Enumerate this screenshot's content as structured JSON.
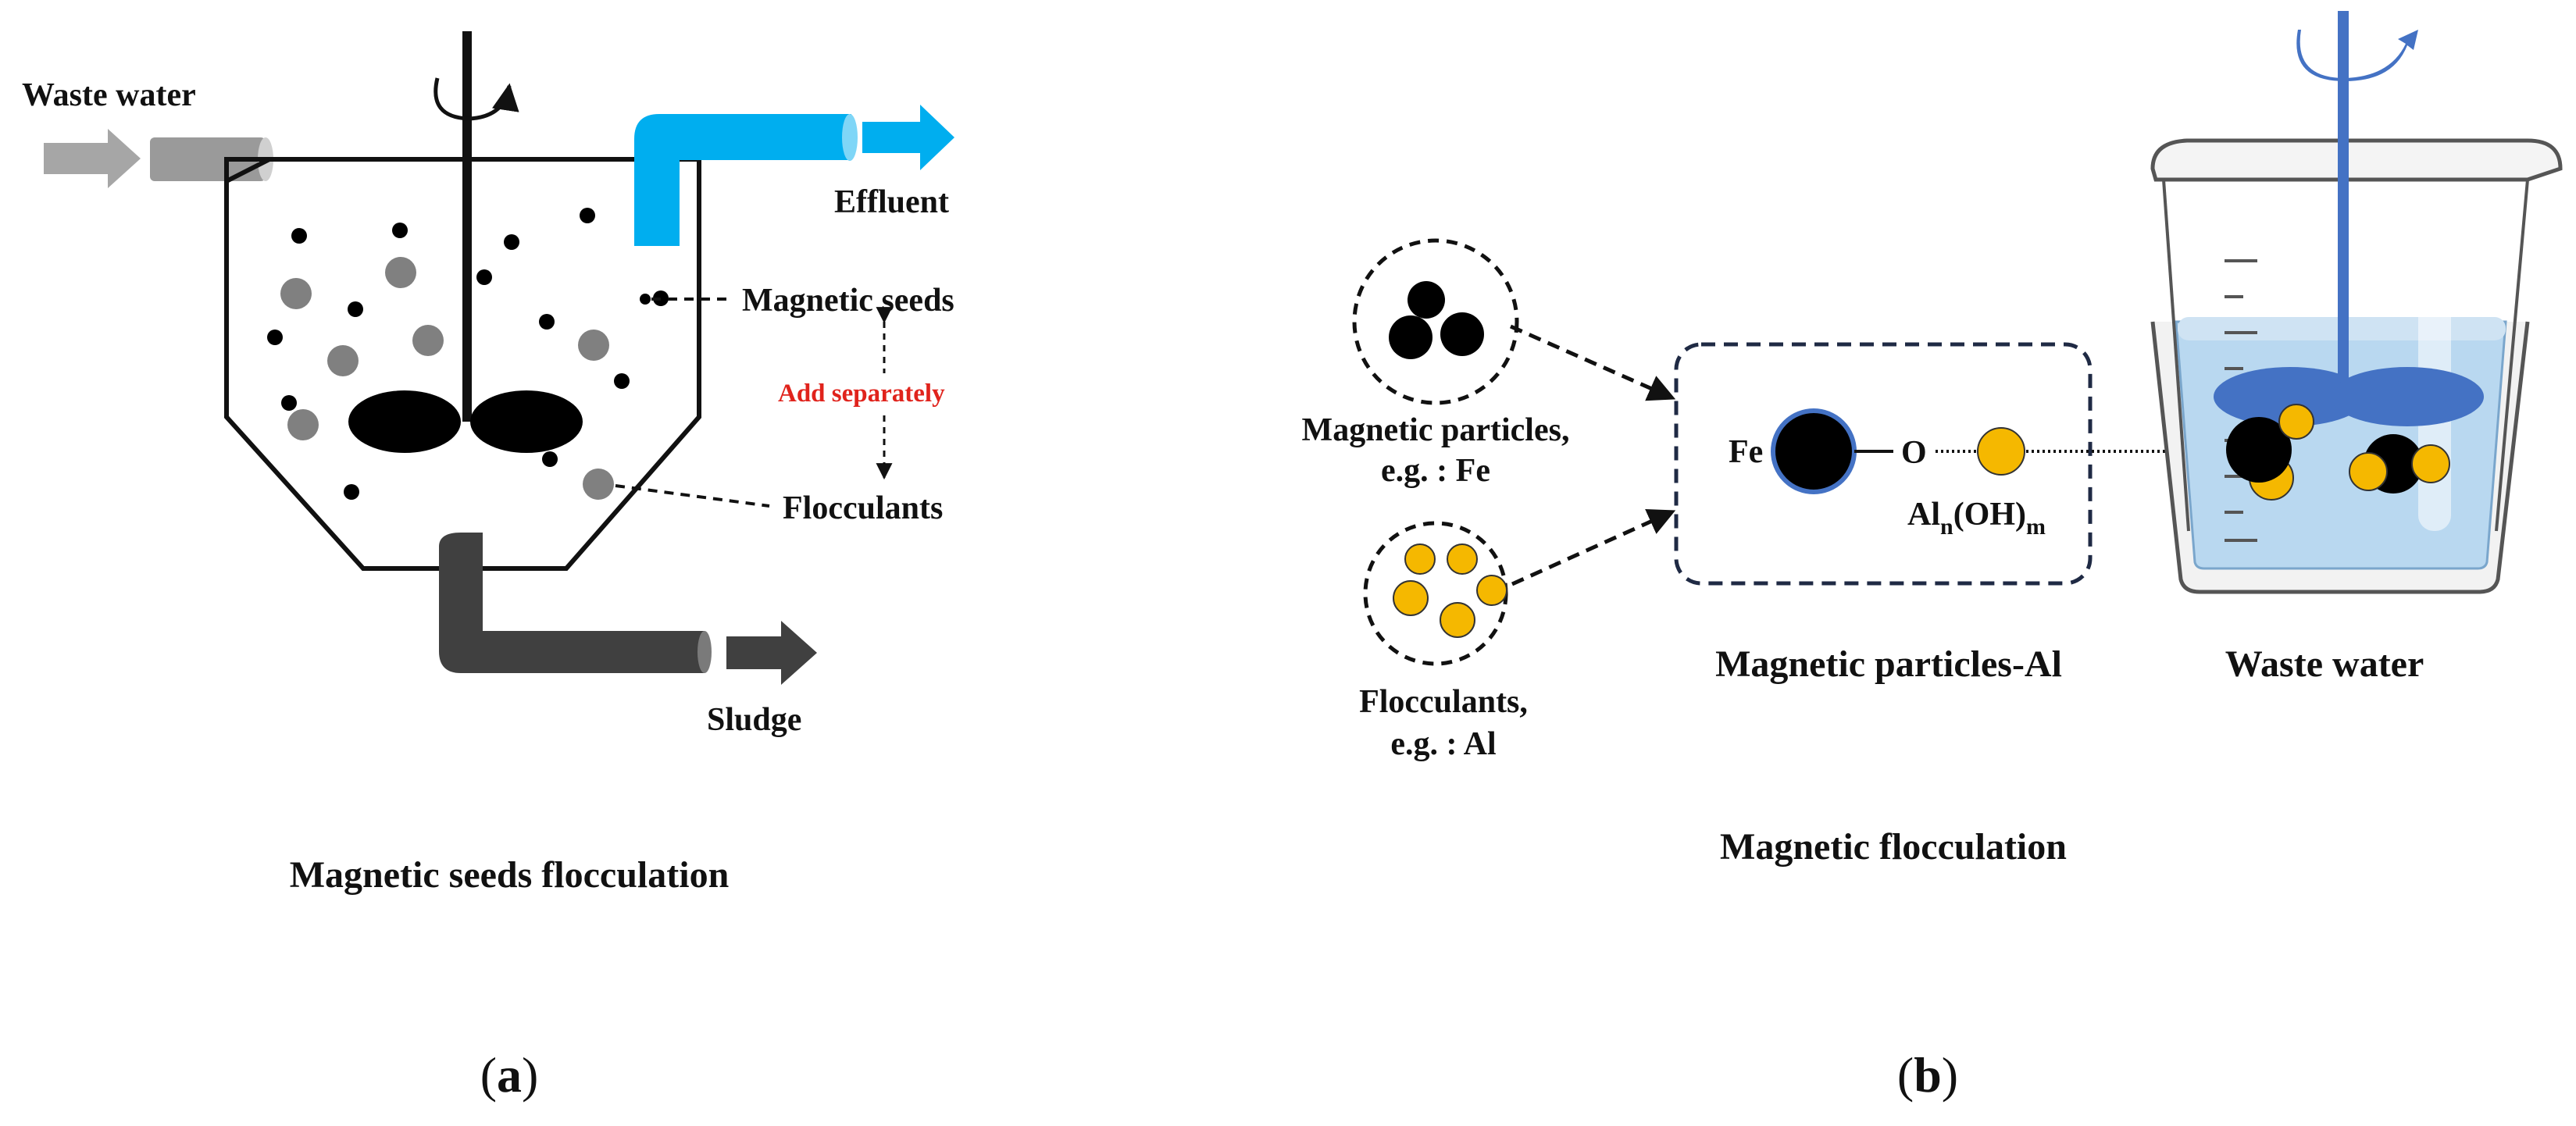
{
  "panel_a": {
    "waste_water": "Waste water",
    "effluent": "Effluent",
    "magnetic_seeds": "Magnetic seeds",
    "add_separately": "Add separately",
    "flocculants": "Flocculants",
    "sludge": "Sludge",
    "caption": "Magnetic seeds flocculation",
    "panel_open": "(",
    "panel_letter": "a",
    "panel_close": ")"
  },
  "panel_b": {
    "magnetic_particles_line1": "Magnetic particles,",
    "magnetic_particles_line2": "e.g. : Fe",
    "flocculants_line1": "Flocculants,",
    "flocculants_line2": "e.g. : Al",
    "fe": "Fe",
    "o": "O",
    "al_base": "Al",
    "al_sub_n": "n",
    "al_oh": "(OH)",
    "al_sub_m": "m",
    "magnetic_particles_al": "Magnetic particles-Al",
    "waste_water": "Waste water",
    "caption": "Magnetic flocculation",
    "panel_open": "(",
    "panel_letter": "b",
    "panel_close": ")"
  },
  "colors": {
    "effluent_blue": "#00aeef",
    "sludge_gray": "#404040",
    "inlet_gray": "#a6a6a6",
    "flocculant_gray": "#808080",
    "aluminum_yellow": "#f5b800",
    "beaker_water": "#b9d8f0",
    "stirrer_blue": "#4472c4",
    "accent_red": "#e0231c"
  }
}
